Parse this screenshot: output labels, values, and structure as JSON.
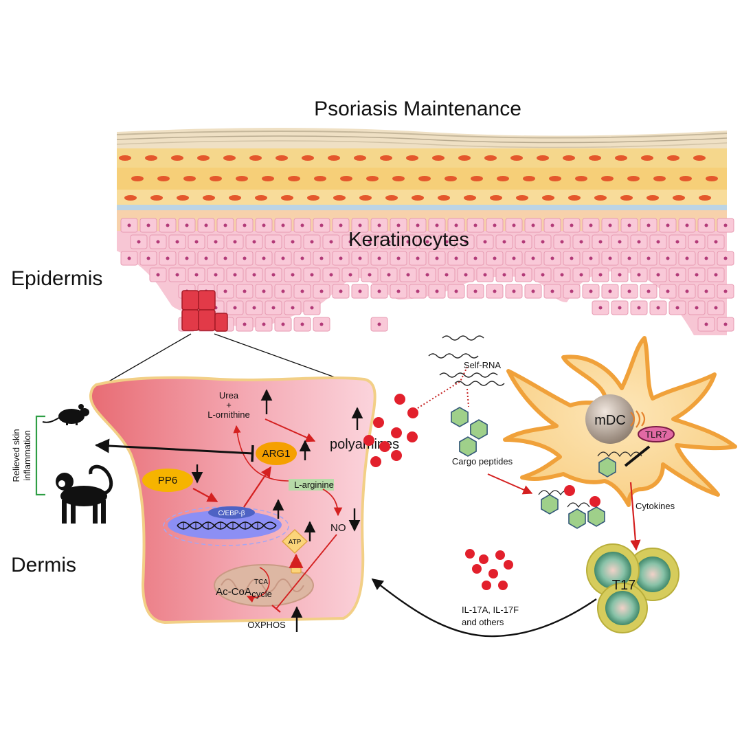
{
  "title": "Psoriasis Maintenance",
  "regions": {
    "epidermis": "Epidermis",
    "dermis": "Dermis"
  },
  "keratinocytes": "Keratinocytes",
  "side_label": {
    "line1": "Relieved skin",
    "line2": "inflammation"
  },
  "cell_labels": {
    "urea": "Urea",
    "plus": "+",
    "l_ornithine": "L-ornithine",
    "polyamines": "polyamines",
    "arg1": "ARG1",
    "pp6": "PP6",
    "l_arginine": "L-arginine",
    "cebp": "C/EBP-β",
    "no": "NO",
    "atp": "ATP",
    "tca": "TCA",
    "cycle": "cycle",
    "acetyl_coa": "Ac-CoA",
    "oxphos": "OXPHOS"
  },
  "immune_labels": {
    "self_rna": "Self-RNA",
    "cargo_peptides": "Cargo peptides",
    "mdc": "mDC",
    "tlr7": "TLR7",
    "cytokines": "Cytokines",
    "t17": "T17",
    "il17_line1": "IL-17A, IL-17F",
    "il17_line2": "and others"
  },
  "colors": {
    "activation": "#d42020",
    "inhibition": "#111111",
    "bracket": "#2e9e44",
    "pp6": "#f6b400",
    "arg1": "#f5a000",
    "cebp_fill": "#8c8ff4",
    "dc": "#f3a43a",
    "t17": "#c9c24a",
    "hexagon": "#9fd08a"
  }
}
